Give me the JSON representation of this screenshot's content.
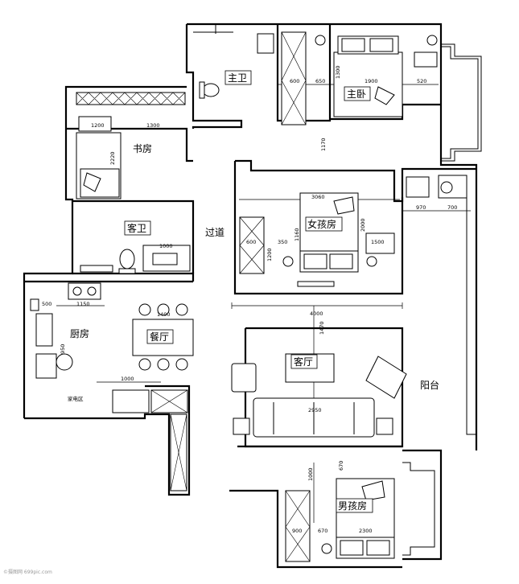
{
  "rooms": {
    "master_bath": "主卫",
    "master_bedroom": "主卧",
    "study": "书房",
    "guest_bath": "客卫",
    "corridor": "过道",
    "daughter_room": "女孩房",
    "kitchen": "厨房",
    "dining": "餐厅",
    "living": "客厅",
    "balcony": "阳台",
    "boy_room": "男孩房",
    "appliance_zone": "家电区"
  },
  "dimensions": {
    "d_600a": "600",
    "d_650": "650",
    "d_1300a": "1300",
    "d_520": "520",
    "d_1900": "1900",
    "d_1200a": "1200",
    "d_2220": "2220",
    "d_1170": "1170",
    "d_970": "970",
    "d_700": "700",
    "d_3060": "3060",
    "d_2000": "2000",
    "d_600b": "600",
    "d_1000a": "1000",
    "d_350": "350",
    "d_1200b": "1200",
    "d_1160": "1160",
    "d_1500": "1500",
    "d_4000": "4000",
    "d_500": "500",
    "d_1150": "1150",
    "d_1400": "1400",
    "d_1470": "1470",
    "d_950": "950",
    "d_1000b": "1000",
    "d_2950": "2950",
    "d_1000c": "1000",
    "d_670a": "670",
    "d_900": "900",
    "d_670b": "670",
    "d_2300": "2300",
    "d_1300b": "1300"
  },
  "watermark": "©摄图网 699pic.com"
}
